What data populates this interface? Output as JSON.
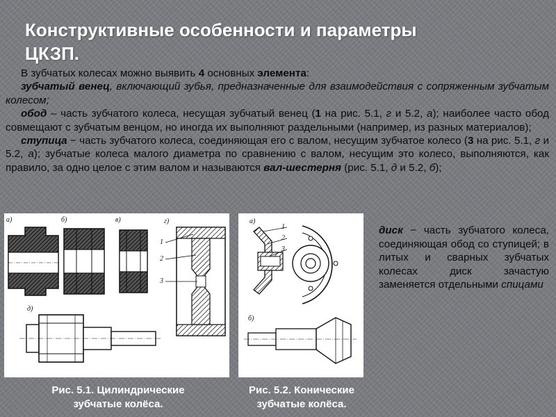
{
  "title": {
    "line1": "Конструктивные особенности и параметры",
    "line2": "ЦКЗП."
  },
  "intro": {
    "before": "В зубчатых колесах можно выявить ",
    "num": "4",
    "mid": " основных ",
    "word": "элемента",
    "after": ":"
  },
  "crown": {
    "term": "зубчатый венец",
    "text": ", включающий зубья, предназначенные для взаимодействия с сопряженным зубчатым колесом;"
  },
  "rim": {
    "term": "обод",
    "t1": " – часть зубчатого колеса, несущая зубчатый венец (",
    "b1": "1",
    "t2": " на рис. 5.1, ",
    "i1": "г",
    "t3": "  и 5.2, ",
    "i2": "а",
    "t4": "); наиболее часто обод совмещают с зубчатым венцом, но иногда их выполняют раздельными (например, из разных материалов);"
  },
  "hub": {
    "term": "ступица",
    "t1": " − часть зубчатого колеса, соединяющая его с валом, несущим зубчатое колесо (",
    "b1": "3",
    "t2": " на рис. 5.1, ",
    "i1": "г",
    "t3": "  и 5.2, ",
    "i2": "а",
    "t4": "); зубчатые колеса малого диаметра по сравнению с валом, несущим это колесо, выполняются, как правило, за одно целое с этим валом и называются ",
    "b2": "вал-шестерня",
    "t5": " (рис. 5.1, ",
    "i3": "д",
    "t6": "  и 5.2, ",
    "i4": "б",
    "t7": ");"
  },
  "disk": {
    "term": "диск",
    "text": " − часть зубчатого колеса, соединяющая обод со ступицей; в литых и сварных зубчатых колесах диск зачастую заменяется отдельными ",
    "end": "спицами"
  },
  "figure1": {
    "caption_line1": "Рис. 5.1. Цилиндрические",
    "caption_line2": "зубчатые колёса.",
    "label_a": "а)",
    "label_b": "б)",
    "label_v": "в)",
    "label_g": "г)",
    "label_d": "д)",
    "callout_1": "1",
    "callout_2": "2",
    "callout_3": "3"
  },
  "figure2": {
    "caption_line1": "Рис. 5.2. Конические",
    "caption_line2": "зубчатые колёса.",
    "label_a": "а)",
    "label_b": "б)",
    "callout_1": "1",
    "callout_2": "2",
    "callout_3": "3"
  }
}
